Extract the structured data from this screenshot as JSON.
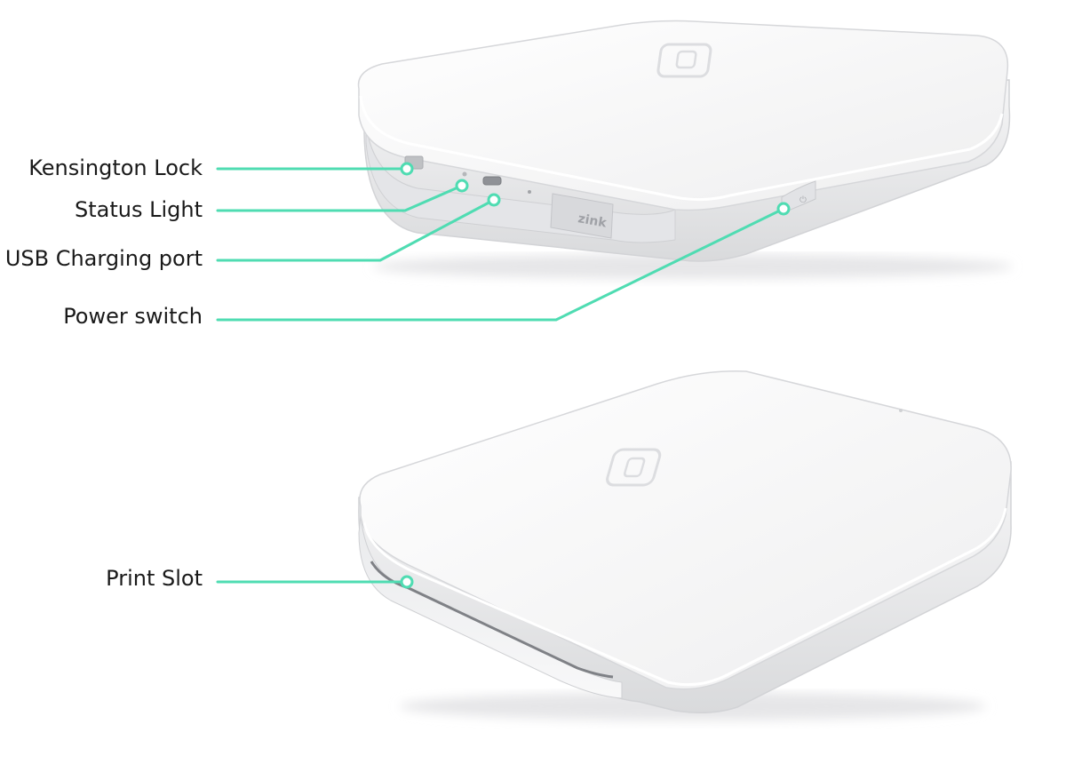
{
  "accent_color": "#4fdcb2",
  "callouts": {
    "kensington_lock": "Kensington Lock",
    "status_light": "Status Light",
    "usb_charging_port": "USB Charging port",
    "power_switch": "Power switch",
    "print_slot": "Print Slot"
  },
  "icons": {
    "top_logo": "printer-logo-icon",
    "zink_badge": "zink-logo"
  },
  "zink_badge_text": "zink"
}
